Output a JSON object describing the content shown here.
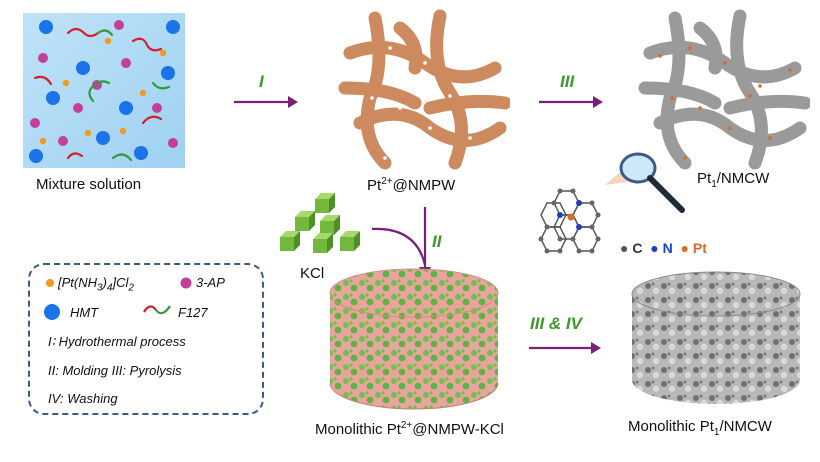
{
  "labels": {
    "mixture": "Mixture solution",
    "pt_nmpw": {
      "a": "Pt",
      "sup": "2+",
      "b": "@NMPW"
    },
    "pt1_nmcw": {
      "a": "Pt",
      "sub": "1",
      "b": "/NMCW"
    },
    "kcl": "KCl",
    "mono_pt_kcl": {
      "a": "Monolithic Pt",
      "sup": "2+",
      "b": "@NMPW-KCl"
    },
    "mono_pt1": {
      "a": "Monolithic Pt",
      "sub": "1",
      "b": "/NMCW"
    }
  },
  "steps": {
    "s1": "I",
    "s2": "II",
    "s3": "III",
    "s34": "III & IV"
  },
  "atoms": {
    "c": "C",
    "n": "N",
    "pt": "Pt"
  },
  "legend": {
    "pt_complex": {
      "a": "[Pt(NH",
      "sub1": "3",
      "b": ")",
      "sub2": "4",
      "c": "]Cl",
      "sub3": "2"
    },
    "ap": "3-AP",
    "hmt": "HMT",
    "f127": "F127",
    "step1": "I∶ Hydrothermal process",
    "step2": "II: Molding   III: Pyrolysis",
    "step4": "IV: Washing"
  },
  "colors": {
    "arrow": "#7b1e7a",
    "step_text": "#3a9a2a",
    "copper": "#cd8a5f",
    "gray": "#9a9a9a",
    "pink": "#e8a59c",
    "green": "#6cc152",
    "hmt_blue": "#1a73e8",
    "ap_pink": "#c2409a",
    "pt_orange": "#f29a1f",
    "legend_border": "#3e5a86"
  }
}
